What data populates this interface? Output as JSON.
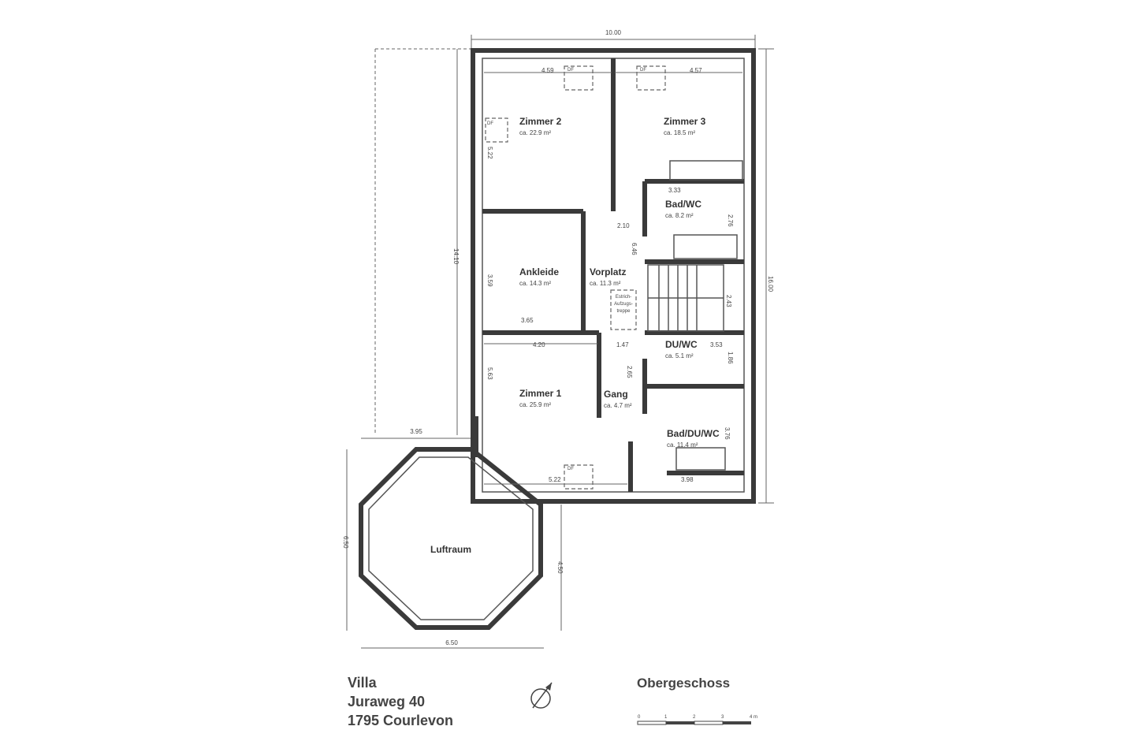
{
  "plan": {
    "floor_title": "Obergeschoss",
    "address": [
      "Villa",
      "Juraweg 40",
      "1795 Courlevon"
    ],
    "scale_bar": {
      "ticks": [
        "0",
        "1",
        "2",
        "3",
        "4"
      ],
      "unit": "m"
    },
    "rooms": {
      "zimmer2": {
        "name": "Zimmer 2",
        "area": "ca. 22.9 m²"
      },
      "zimmer3": {
        "name": "Zimmer 3",
        "area": "ca. 18.5 m²"
      },
      "badwc": {
        "name": "Bad/WC",
        "area": "ca. 8.2 m²"
      },
      "ankleide": {
        "name": "Ankleide",
        "area": "ca. 14.3 m²"
      },
      "vorplatz": {
        "name": "Vorplatz",
        "area": "ca. 11.3 m²"
      },
      "zimmer1": {
        "name": "Zimmer 1",
        "area": "ca. 25.9 m²"
      },
      "gang": {
        "name": "Gang",
        "area": "ca. 4.7 m²"
      },
      "duwc": {
        "name": "DU/WC",
        "area": "ca. 5.1 m²"
      },
      "baddu": {
        "name": "Bad/DU/WC",
        "area": "ca. 11.4 m²"
      },
      "luftraum": {
        "name": "Luftraum"
      }
    },
    "stair_label": [
      "Estrich-",
      "Aufzugs-",
      "treppe"
    ],
    "skylight": "DF",
    "dimensions": {
      "total_width": "10.00",
      "total_depth": "16.00",
      "left_depth": "14.10",
      "z2_width": "4.59",
      "z3_width": "4.57",
      "z2_depth": "5.22",
      "bad_width": "3.33",
      "bad_depth": "2.76",
      "vorplatz_width": "2.10",
      "vorplatz_depth": "6.46",
      "ankleide_depth": "3.59",
      "ankleide_width": "3.65",
      "stair_depth": "2.43",
      "z1_width_top": "4.20",
      "gang_width": "1.47",
      "duwc_width": "3.53",
      "duwc_depth": "1.86",
      "z1_depth": "5.63",
      "gang_depth": "2.65",
      "baddu_depth": "3.76",
      "z1_width": "5.22",
      "baddu_width": "3.98",
      "balcony_offset": "3.95",
      "octagon_height": "6.50",
      "octagon_width": "6.50",
      "bridge_length": "4.50"
    }
  }
}
